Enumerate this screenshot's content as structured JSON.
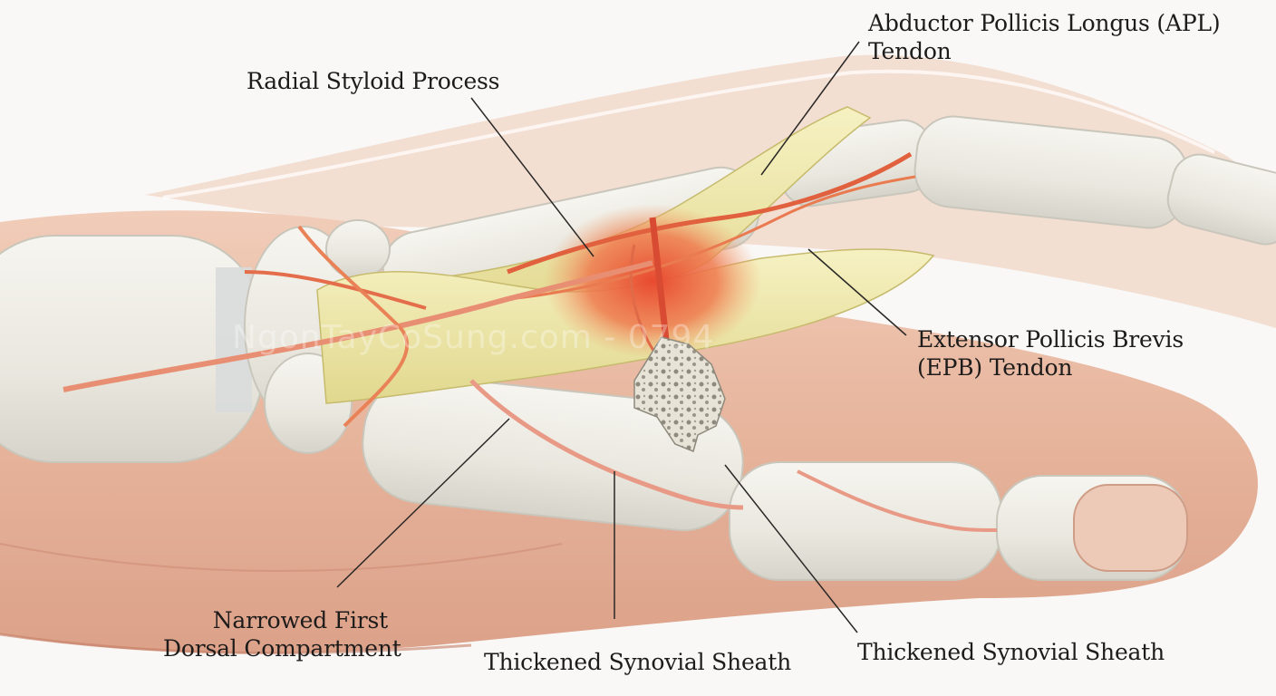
{
  "labels": {
    "radial_styloid": "Radial Styloid Process",
    "apl_line1": "Abductor Pollicis Longus (APL)",
    "apl_line2": "Tendon",
    "epb_line1": "Extensor Pollicis Brevis",
    "epb_line2": "(EPB) Tendon",
    "compartment_line1": "Narrowed First",
    "compartment_line2": "Dorsal Compartment",
    "sheath_left": "Thickened Synovial Sheath",
    "sheath_right": "Thickened Synovial Sheath"
  },
  "watermark": "NgonTayCoSung.com - 0794",
  "colors": {
    "skin": "#e7b49c",
    "skin_light": "#f2d2c2",
    "bone": "#ecebe3",
    "tendon": "#ede6a8",
    "inflammation": "#e2553a",
    "leader_line": "#2a2826"
  }
}
